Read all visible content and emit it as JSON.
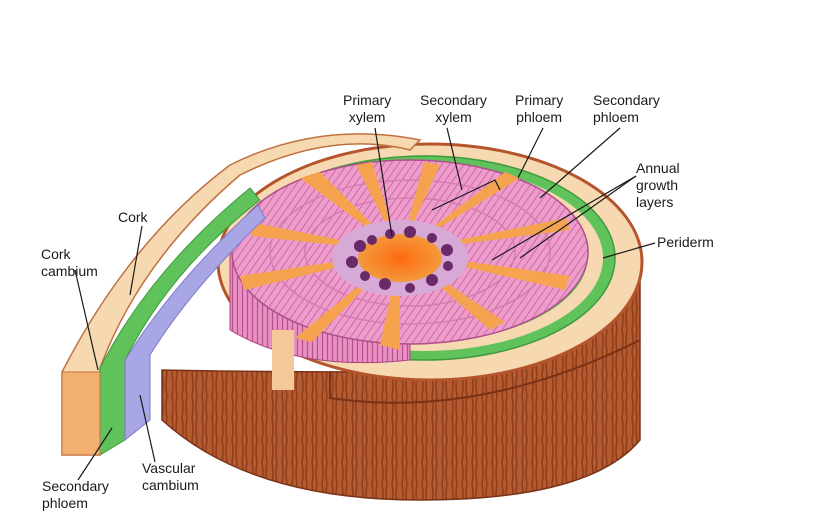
{
  "labels": {
    "primary_xylem": "Primary\nxylem",
    "secondary_xylem": "Secondary\nxylem",
    "primary_phloem": "Primary\nphloem",
    "secondary_phloem_top": "Secondary\nphloem",
    "annual_growth_layers": "Annual\ngrowth\nlayers",
    "periderm": "Periderm",
    "cork": "Cork",
    "cork_cambium": "Cork\ncambium",
    "vascular_cambium": "Vascular\ncambium",
    "secondary_phloem_bottom": "Secondary\nphloem"
  },
  "colors": {
    "bark": "#b5552c",
    "bark_dark": "#8a3a1c",
    "cork": "#f6d9b0",
    "cork_cut": "#f4b070",
    "phloem_green": "#5fc25a",
    "vascular_cambium": "#a9a6e6",
    "xylem": "#e68fc2",
    "xylem_lines": "#b8508c",
    "ray": "#f7a44a",
    "pith": "#f06418",
    "primary_xylem_dots": "#6a2a6a",
    "leader": "#1a1a1a"
  }
}
